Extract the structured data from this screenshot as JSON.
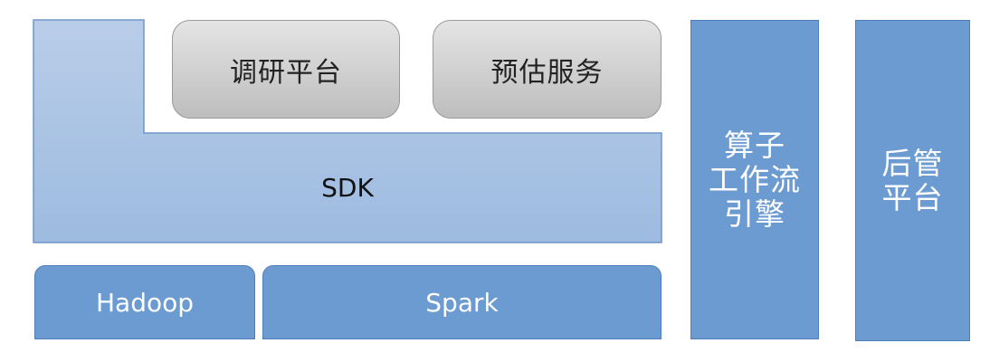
{
  "diagram": {
    "sdk_label": "SDK",
    "research_platform": "调研平台",
    "estimation_service": "预估服务",
    "hadoop": "Hadoop",
    "spark": "Spark",
    "operator_engine": "算子\n工作流\n引擎",
    "admin_platform": "后管\n平台"
  },
  "colors": {
    "sdk_fill": "#a3bfe1",
    "sdk_border": "#6f96c9",
    "blue_fill": "#6b9bd1",
    "blue_border": "#4f7fb8",
    "gray_fill": "#cfcfcf",
    "text_white": "#ffffff",
    "text_dark": "#222222"
  }
}
